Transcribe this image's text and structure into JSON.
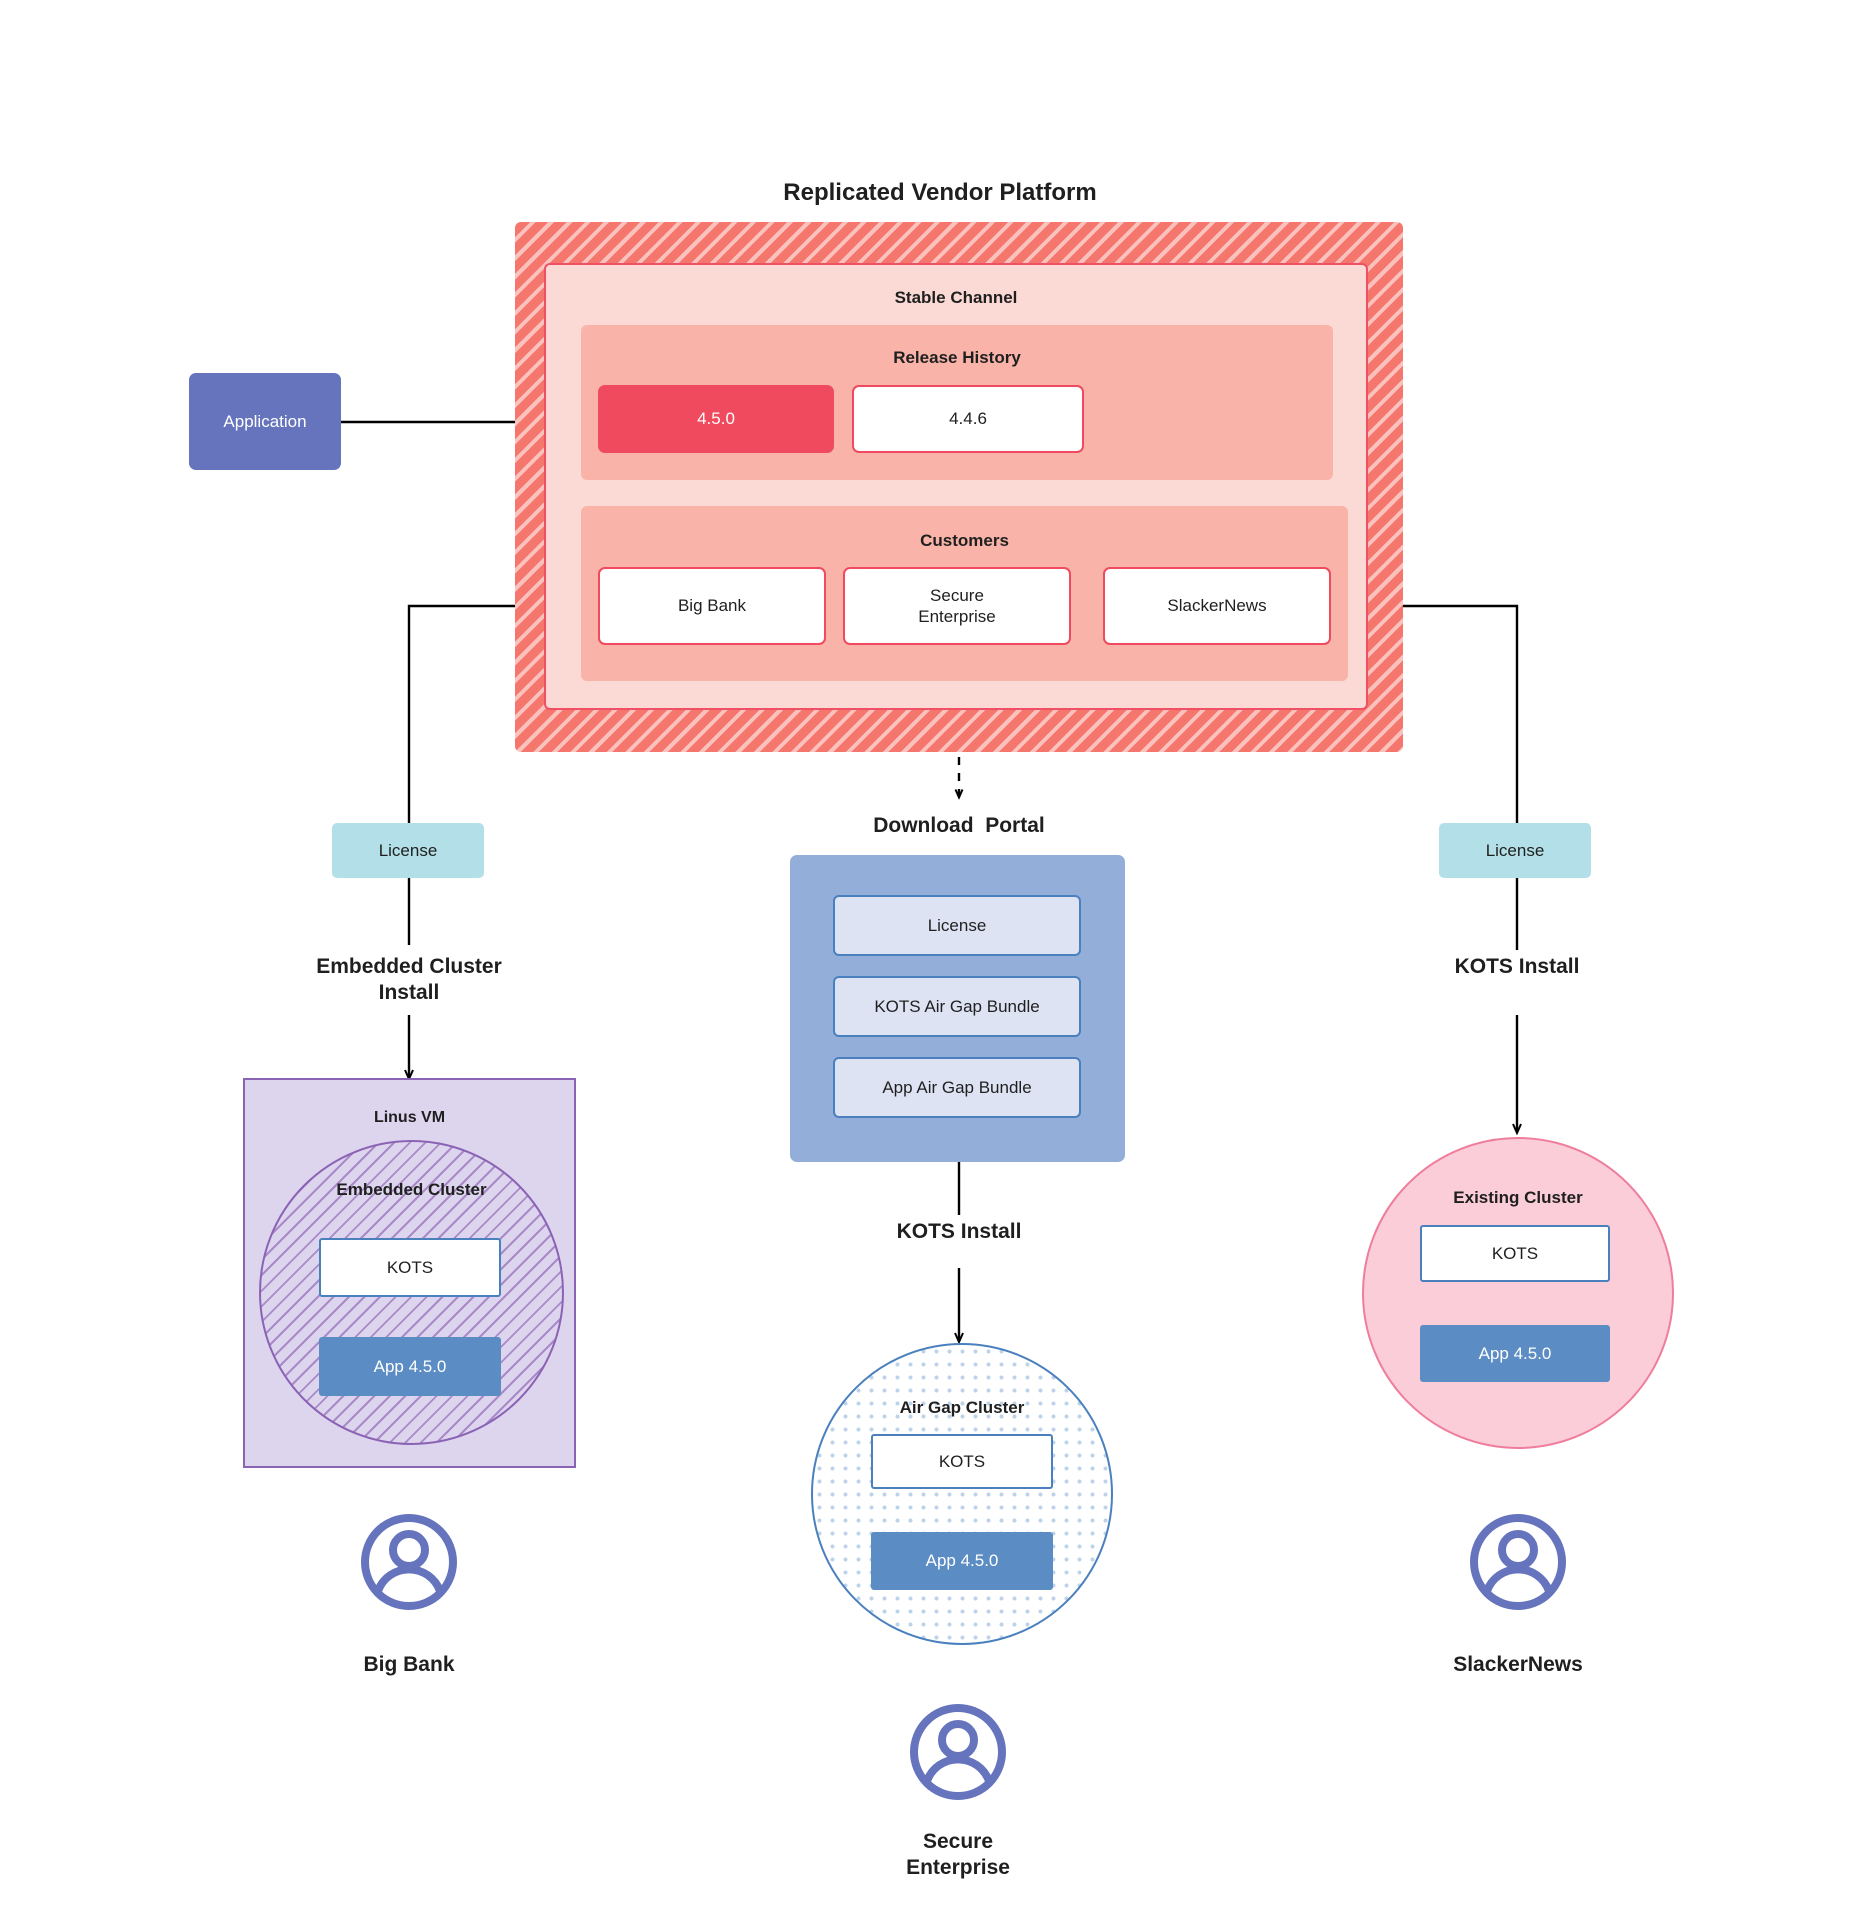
{
  "platform": {
    "title": "Replicated Vendor Platform",
    "channel_label": "Stable Channel",
    "release_history_label": "Release History",
    "releases": [
      {
        "version": "4.5.0",
        "state": "current"
      },
      {
        "version": "4.4.6",
        "state": "previous"
      }
    ],
    "customers_label": "Customers",
    "customers": [
      "Big Bank",
      "Secure\nEnterprise",
      "SlackerNews"
    ]
  },
  "application": {
    "label": "Application"
  },
  "licenses": {
    "left": "License",
    "right": "License"
  },
  "flows": {
    "embedded_install": "Embedded Cluster\nInstall",
    "kots_install_right": "KOTS Install",
    "kots_install_center": "KOTS Install"
  },
  "download_portal": {
    "title": "Download  Portal",
    "items": [
      "License",
      "KOTS Air Gap Bundle",
      "App Air Gap Bundle"
    ]
  },
  "linux_vm": {
    "title": "Linus VM",
    "cluster_title": "Embedded Cluster",
    "kots": "KOTS",
    "app": "App 4.5.0"
  },
  "airgap_cluster": {
    "title": "Air Gap Cluster",
    "kots": "KOTS",
    "app": "App 4.5.0"
  },
  "existing_cluster": {
    "title": "Existing Cluster",
    "kots": "KOTS",
    "app": "App 4.5.0"
  },
  "personas": [
    {
      "name": "Big Bank"
    },
    {
      "name": "Secure\nEnterprise"
    },
    {
      "name": "SlackerNews"
    }
  ],
  "colors": {
    "platform_hatch": "#f4766d",
    "channel_fill": "#fbd9d4",
    "release_fill": "#f9b3a8",
    "release_current": "#ef4a5e",
    "accent_red": "#ef4a5e",
    "application_fill": "#6574bd",
    "license_fill": "#b3e0e8",
    "portal_fill": "#93aed8",
    "portal_item_fill": "#dde3f3",
    "app_fill": "#5b8dc4",
    "kots_border": "#4a80bd",
    "vm_fill": "#ddd4ee",
    "vm_border": "#8b63b5",
    "existing_fill": "#fbcdd9",
    "existing_border": "#ef7d9c",
    "persona_color": "#6574bd"
  }
}
